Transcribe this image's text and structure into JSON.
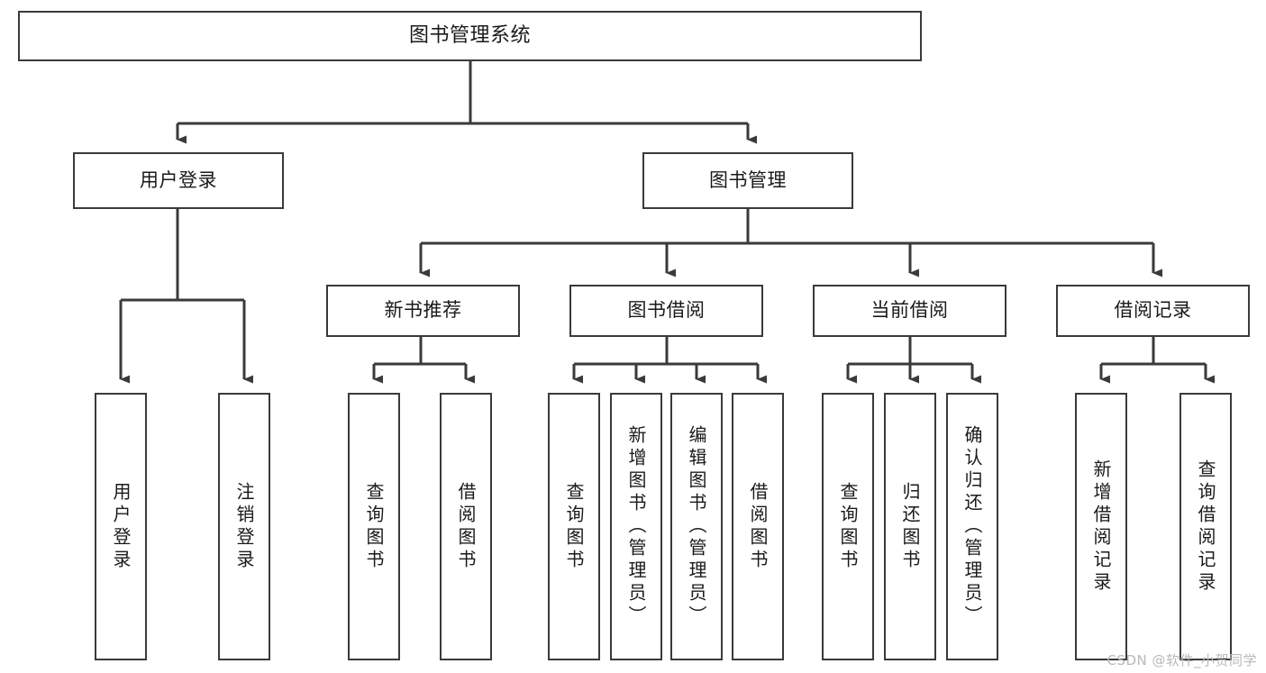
{
  "diagram": {
    "type": "hierarchy-tree",
    "title": "图书管理系统",
    "root": {
      "label": "图书管理系统"
    },
    "level2": [
      {
        "label": "用户登录"
      },
      {
        "label": "图书管理"
      }
    ],
    "level3": [
      {
        "label": "新书推荐"
      },
      {
        "label": "图书借阅"
      },
      {
        "label": "当前借阅"
      },
      {
        "label": "借阅记录"
      }
    ],
    "leaves": {
      "user_login": [
        {
          "label": "用户登录"
        },
        {
          "label": "注销登录"
        }
      ],
      "new_book_recommend": [
        {
          "label": "查询图书"
        },
        {
          "label": "借阅图书"
        }
      ],
      "book_borrow": [
        {
          "label": "查询图书"
        },
        {
          "label": "新增图书（管理员）"
        },
        {
          "label": "编辑图书（管理员）"
        },
        {
          "label": "借阅图书"
        }
      ],
      "current_borrow": [
        {
          "label": "查询图书"
        },
        {
          "label": "归还图书"
        },
        {
          "label": "确认归还（管理员）"
        }
      ],
      "borrow_record": [
        {
          "label": "新增借阅记录"
        },
        {
          "label": "查询借阅记录"
        }
      ]
    }
  },
  "watermark": {
    "text": "CSDN @软件_小贺同学"
  },
  "colors": {
    "stroke": "#3a3a3a",
    "fill": "#ffffff",
    "text": "#1a1a1a",
    "watermark": "#b9b9b9"
  }
}
